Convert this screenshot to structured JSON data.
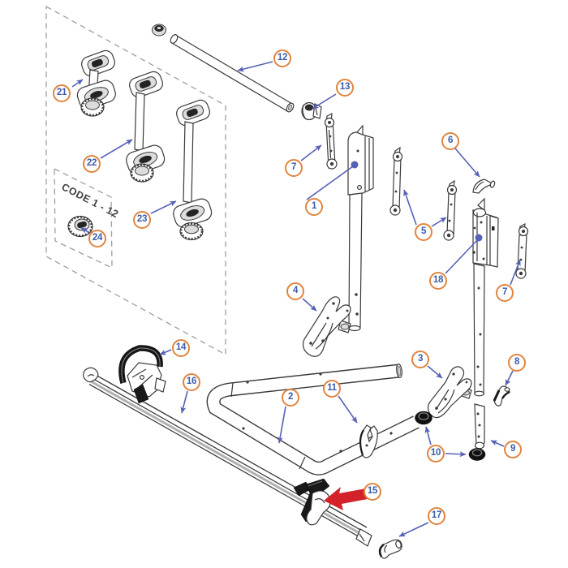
{
  "code_label": "CODE 1 - 12",
  "callouts": [
    {
      "label": "1"
    },
    {
      "label": "2"
    },
    {
      "label": "3"
    },
    {
      "label": "4"
    },
    {
      "label": "5"
    },
    {
      "label": "6"
    },
    {
      "label": "7"
    },
    {
      "label": "7"
    },
    {
      "label": "8"
    },
    {
      "label": "9"
    },
    {
      "label": "10"
    },
    {
      "label": "11"
    },
    {
      "label": "12"
    },
    {
      "label": "13"
    },
    {
      "label": "14"
    },
    {
      "label": "15"
    },
    {
      "label": "16"
    },
    {
      "label": "17"
    },
    {
      "label": "18"
    },
    {
      "label": "21"
    },
    {
      "label": "22"
    },
    {
      "label": "23"
    },
    {
      "label": "24"
    }
  ],
  "colors": {
    "callout_ring": "#e08540",
    "callout_number": "#3a5da9",
    "leader": "#5661b5",
    "line_art": "#3a3a3a",
    "solid_black": "#191919",
    "dashed_box": "#9f9f9f",
    "highlight_red": "#d3222a",
    "bg": "#ffffff"
  }
}
